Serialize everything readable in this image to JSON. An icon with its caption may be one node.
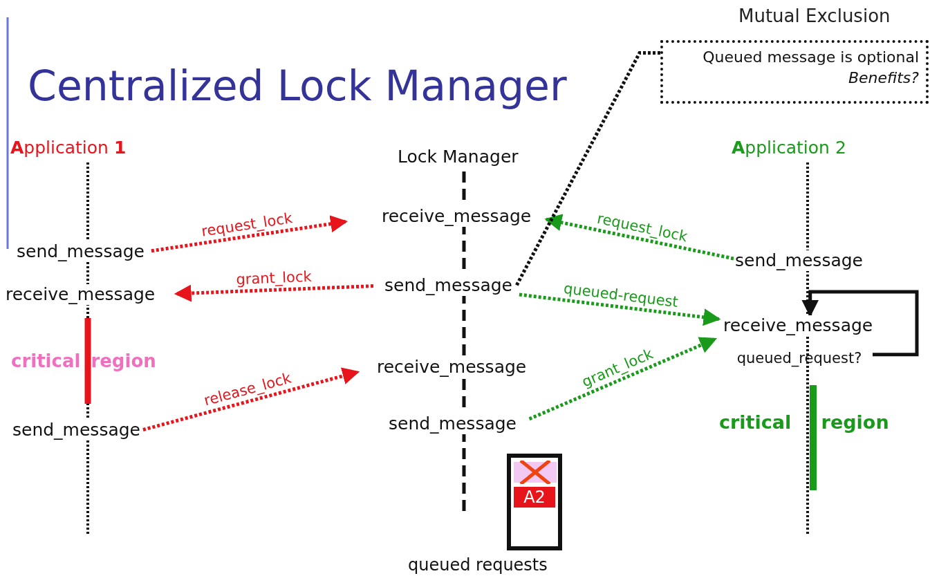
{
  "diagram": {
    "title": "Centralized Lock Manager",
    "nodes": [
      {
        "text": [
          "**A**pplication **1**"
        ]
      },
      {
        "text": [
          "Lock Manager"
        ]
      },
      {
        "text": [
          "**A**pplication 2"
        ]
      },
      {
        "text": [
          "send_message"
        ]
      },
      {
        "text": [
          "receive_message"
        ]
      },
      {
        "text": [
          "send_message"
        ]
      },
      {
        "text": [
          "receive_message"
        ]
      },
      {
        "text": [
          "send_message"
        ]
      },
      {
        "text": [
          "receive_message"
        ]
      },
      {
        "text": [
          "send_message"
        ]
      },
      {
        "text": [
          "send_message"
        ]
      },
      {
        "text": [
          "receive_message"
        ]
      },
      {
        "text": [
          "Queued message is optional",
          "Benefits?"
        ]
      },
      {
        "text": [
          "A2"
        ],
        "beside": [
          "queued requests"
        ]
      },
      {
        "text": [
          "queued_request?"
        ]
      }
    ],
    "edges": [
      {
        "from": 3,
        "to": 6,
        "arrow": "to",
        "label": "request_lock",
        "style": "dashed",
        "color": "#e8141b"
      },
      {
        "from": 7,
        "to": 4,
        "arrow": "to",
        "label": "grant_lock",
        "style": "dashed",
        "color": "#e8141b"
      },
      {
        "from": 5,
        "to": 8,
        "arrow": "to",
        "label": "release_lock",
        "style": "dashed",
        "color": "#e8141b"
      },
      {
        "from": 10,
        "to": 6,
        "arrow": "to",
        "label": "request_lock",
        "style": "dashed",
        "color": "#1a9a1a"
      },
      {
        "from": 7,
        "to": 11,
        "arrow": "to",
        "label": "queued-request",
        "style": "dashed",
        "color": "#1a9a1a"
      },
      {
        "from": 9,
        "to": 11,
        "arrow": "to",
        "label": "grant_lock",
        "style": "dashed",
        "color": "#1a9a1a"
      },
      {
        "from": 14,
        "to": 11,
        "arrow": "to",
        "color": "#111111"
      },
      {
        "from": 12,
        "to": 7,
        "arrow": "none",
        "style": "dashed",
        "color": "#111111"
      }
    ],
    "labels": [
      "Mutual Exclusion",
      "critical region",
      "critical region"
    ]
  }
}
